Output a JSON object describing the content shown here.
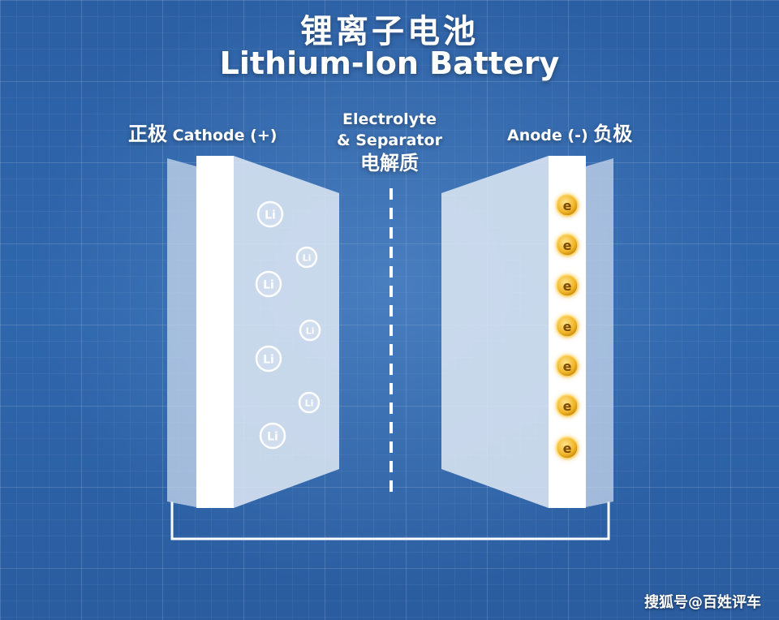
{
  "title": {
    "cn": "锂离子电池",
    "en": "Lithium-Ion Battery"
  },
  "cathode": {
    "cn": "正极",
    "en": "Cathode (+)",
    "ion_label": "Li",
    "ion_count": 7
  },
  "anode": {
    "cn": "负极",
    "en": "Anode (-)",
    "electron_label": "e",
    "electron_count": 7
  },
  "electrolyte": {
    "line1": "Electrolyte",
    "line2": "& Separator",
    "cn": "电解质"
  },
  "watermark": "搜狐号@百姓评车",
  "colors": {
    "panel": "#dce6f2",
    "collector": "#ffffff",
    "electron": "#f1b62a",
    "ion_ring": "#ffffff",
    "wire": "#ffffff"
  }
}
